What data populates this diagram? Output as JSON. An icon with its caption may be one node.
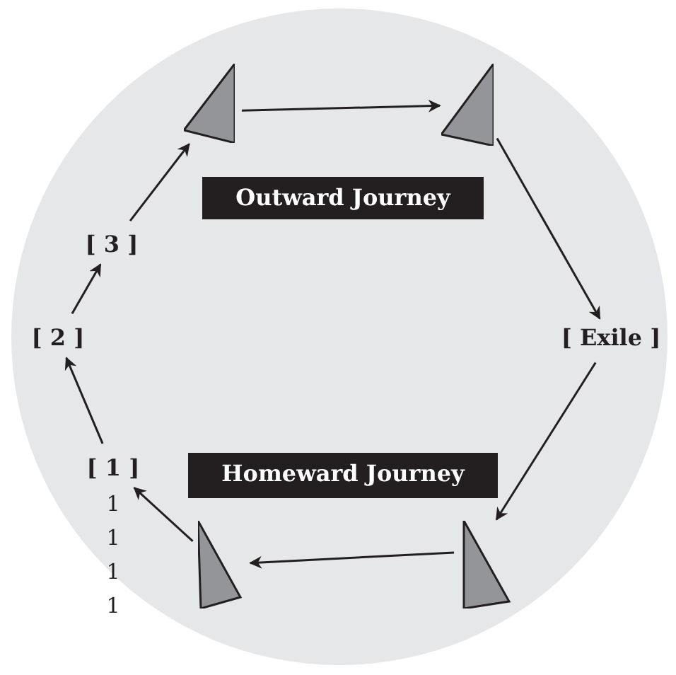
{
  "diagram": {
    "nodes": [
      {
        "text": [],
        "shape": "circle"
      },
      {
        "text": [],
        "shape": "triangle",
        "in": 0
      },
      {
        "text": [],
        "shape": "triangle",
        "in": 0
      },
      {
        "text": [
          "Outward Journey"
        ],
        "in": 0
      },
      {
        "text": [
          "[ 3 ]"
        ],
        "in": 0
      },
      {
        "text": [
          "[ 2 ]"
        ],
        "in": 0
      },
      {
        "text": [
          "[ Exile ]"
        ],
        "in": 0
      },
      {
        "text": [
          "[ 1 ]"
        ],
        "in": 0,
        "beside": [
          "1",
          "1",
          "1",
          "1"
        ]
      },
      {
        "text": [
          "Homeward Journey"
        ],
        "in": 0
      },
      {
        "text": [],
        "shape": "triangle",
        "in": 0
      },
      {
        "text": [],
        "shape": "triangle",
        "in": 0
      }
    ],
    "edges": [
      {
        "from": 7,
        "to": 5,
        "arrow": "to"
      },
      {
        "from": 5,
        "to": 4,
        "arrow": "to"
      },
      {
        "from": 4,
        "to": 1,
        "arrow": "to"
      },
      {
        "from": 1,
        "to": 2,
        "arrow": "to"
      },
      {
        "from": 2,
        "to": 6,
        "arrow": "to"
      },
      {
        "from": 6,
        "to": 10,
        "arrow": "to"
      },
      {
        "from": 10,
        "to": 9,
        "arrow": "to"
      },
      {
        "from": 9,
        "to": 7,
        "arrow": "to"
      }
    ]
  }
}
